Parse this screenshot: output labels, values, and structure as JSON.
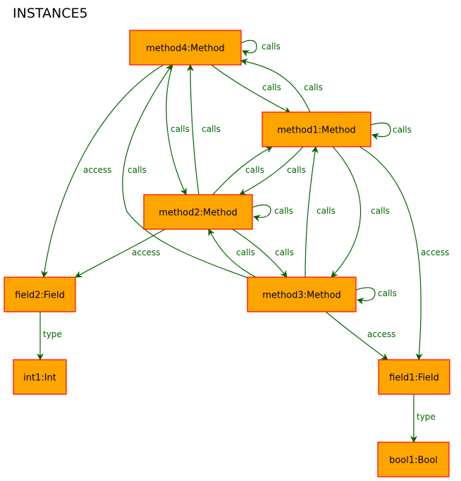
{
  "title": "INSTANCE5",
  "colors": {
    "node_fill": "#FFA500",
    "node_border": "#FF0000",
    "edge": "#006400"
  },
  "nodes": [
    {
      "id": "method4",
      "label": "method4:Method"
    },
    {
      "id": "method1",
      "label": "method1:Method"
    },
    {
      "id": "method2",
      "label": "method2:Method"
    },
    {
      "id": "field2",
      "label": "field2:Field"
    },
    {
      "id": "method3",
      "label": "method3:Method"
    },
    {
      "id": "int1",
      "label": "int1:Int"
    },
    {
      "id": "field1",
      "label": "field1:Field"
    },
    {
      "id": "bool1",
      "label": "bool1:Bool"
    }
  ],
  "edges": [
    {
      "from": "method4",
      "to": "method4",
      "label": "calls"
    },
    {
      "from": "method4",
      "to": "method1",
      "label": "calls"
    },
    {
      "from": "method1",
      "to": "method4",
      "label": "calls"
    },
    {
      "from": "method4",
      "to": "method2",
      "label": "calls"
    },
    {
      "from": "method2",
      "to": "method4",
      "label": "calls"
    },
    {
      "from": "method4",
      "to": "field2",
      "label": "access"
    },
    {
      "from": "method3",
      "to": "method4",
      "label": "calls"
    },
    {
      "from": "method1",
      "to": "method1",
      "label": "calls"
    },
    {
      "from": "method2",
      "to": "method1",
      "label": "calls"
    },
    {
      "from": "method1",
      "to": "method2",
      "label": "calls"
    },
    {
      "from": "method3",
      "to": "method1",
      "label": "calls"
    },
    {
      "from": "method1",
      "to": "method3",
      "label": "calls"
    },
    {
      "from": "method1",
      "to": "field1",
      "label": "access"
    },
    {
      "from": "method2",
      "to": "method2",
      "label": "calls"
    },
    {
      "from": "method2",
      "to": "field2",
      "label": "access"
    },
    {
      "from": "method3",
      "to": "method2",
      "label": "calls"
    },
    {
      "from": "method2",
      "to": "method3",
      "label": "calls"
    },
    {
      "from": "method3",
      "to": "method3",
      "label": "calls"
    },
    {
      "from": "method3",
      "to": "field1",
      "label": "access"
    },
    {
      "from": "field2",
      "to": "int1",
      "label": "type"
    },
    {
      "from": "field1",
      "to": "bool1",
      "label": "type"
    }
  ]
}
